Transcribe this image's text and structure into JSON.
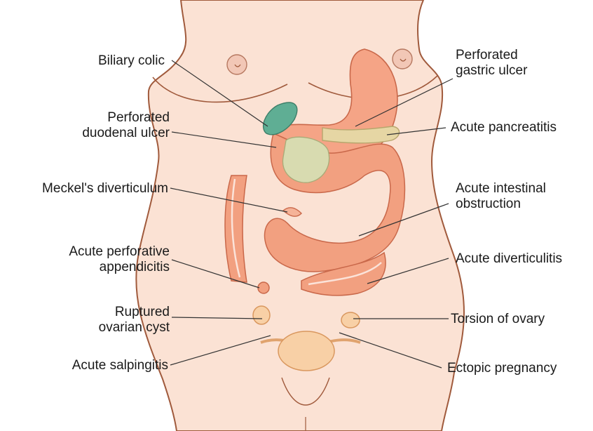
{
  "labels": {
    "biliary_colic": "Biliary colic",
    "perforated_duodenal_ulcer": [
      "Perforated",
      "duodenal ulcer"
    ],
    "meckels_diverticulum": "Meckel's diverticulum",
    "acute_perforative_appendicitis": [
      "Acute perforative",
      "appendicitis"
    ],
    "ruptured_ovarian_cyst": [
      "Ruptured",
      "ovarian cyst"
    ],
    "acute_salpingitis": "Acute salpingitis",
    "perforated_gastric_ulcer": [
      "Perforated",
      "gastric ulcer"
    ],
    "acute_pancreatitis": "Acute pancreatitis",
    "acute_intestinal_obstruction": [
      "Acute intestinal",
      "obstruction"
    ],
    "acute_diverticulitis": "Acute diverticulitis",
    "torsion_of_ovary": "Torsion of ovary",
    "ectopic_pregnancy": "Ectopic pregnancy"
  },
  "colors": {
    "skin": "#fbe2d4",
    "skin_outline": "#a05a3c",
    "bowel": "#f2a080",
    "bowel_dark": "#d9785a",
    "stomach": "#f5a486",
    "pancreas": "#e6d6a4",
    "gallbladder": "#5fae94",
    "liver_area": "#d8dbb0",
    "uterus": "#f8d0a6",
    "leader_line": "#333333"
  }
}
